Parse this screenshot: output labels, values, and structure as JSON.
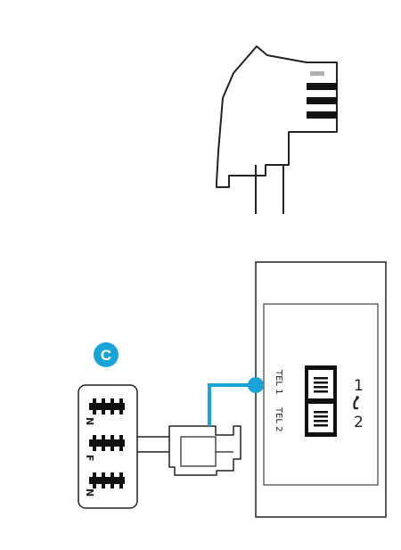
{
  "diagram": {
    "step_badge": {
      "letter": "C",
      "color": "#1aa3d6"
    },
    "accent_color": "#1aa3d6",
    "wall_socket": {
      "port_labels": [
        "TEL 1",
        "TEL 2"
      ],
      "port_numbers": [
        "1",
        "2"
      ],
      "phone_symbol": "phone-handset-icon"
    },
    "tae_splitter": {
      "slot_letters": [
        "N",
        "F",
        "N"
      ]
    }
  }
}
